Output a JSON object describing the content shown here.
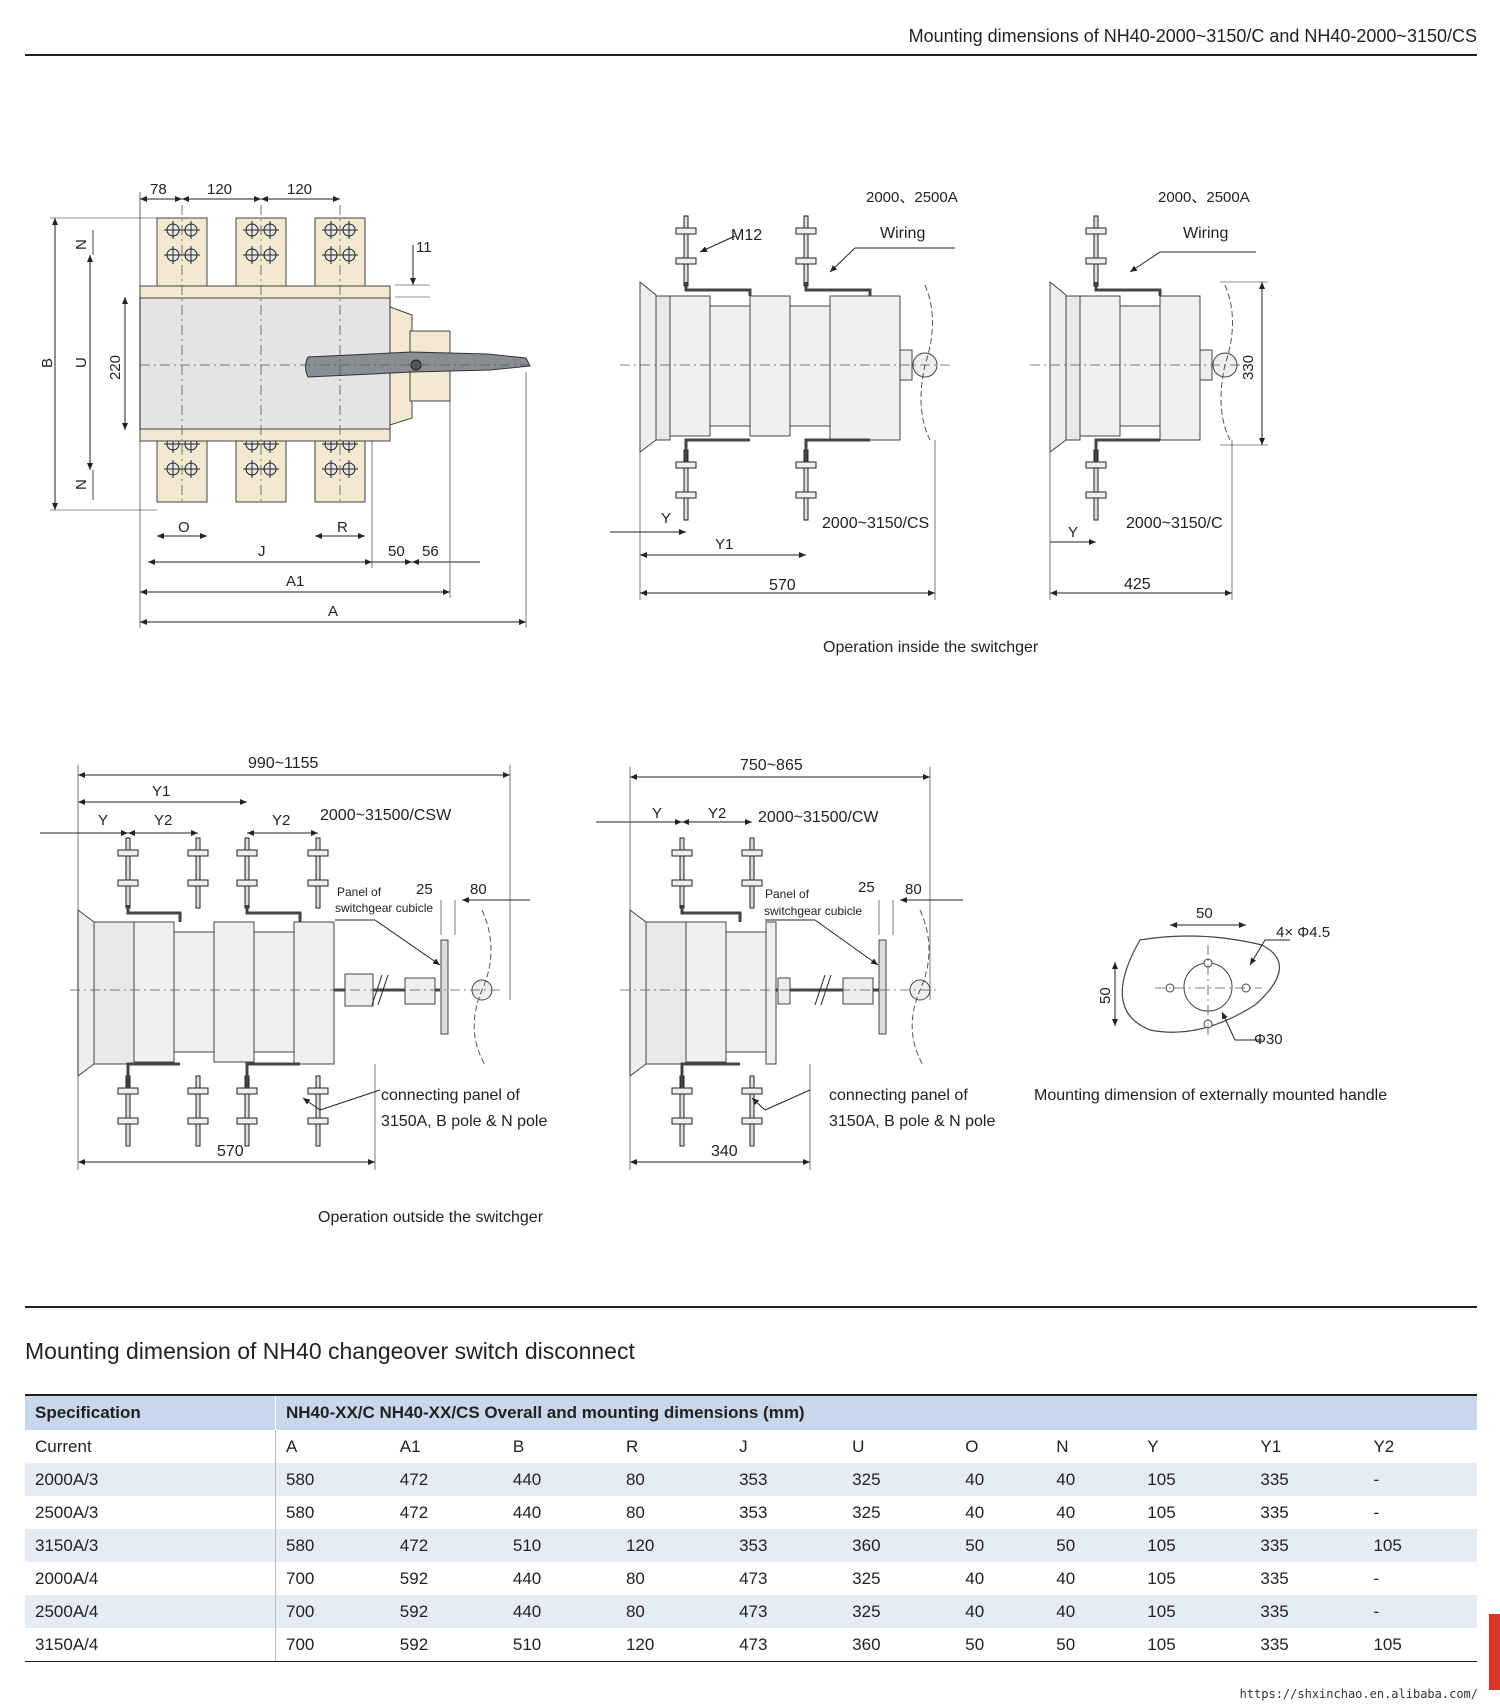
{
  "header": {
    "title": "Mounting dimensions of NH40-2000~3150/C and NH40-2000~3150/CS"
  },
  "fig1": {
    "top_dims": [
      "78",
      "120",
      "120"
    ],
    "right_dim": "11",
    "left_labels": {
      "b": "B",
      "u": "U",
      "n_top": "N",
      "n_bottom": "N",
      "h220": "220"
    },
    "bottom_labels": {
      "o": "O",
      "r": "R",
      "j": "J",
      "d50": "50",
      "d56": "56",
      "a1": "A1",
      "a": "A"
    }
  },
  "fig2": {
    "rating": "2000、2500A",
    "wiring": "Wiring",
    "bolt": "M12",
    "model": "2000~3150/CS",
    "y": "Y",
    "y1": "Y1",
    "width": "570"
  },
  "fig3": {
    "rating": "2000、2500A",
    "wiring": "Wiring",
    "height": "330",
    "model": "2000~3150/C",
    "y": "Y",
    "width": "425"
  },
  "caption_inside": "Operation inside the switchger",
  "fig4": {
    "overall": "990~1155",
    "y1": "Y1",
    "y": "Y",
    "y2a": "Y2",
    "y2b": "Y2",
    "model": "2000~31500/CSW",
    "panel_l1": "Panel of",
    "panel_l2": "switchgear cubicle",
    "d25": "25",
    "d80": "80",
    "conn_l1": "connecting panel of",
    "conn_l2": "3150A, B pole & N pole",
    "width": "570"
  },
  "fig5": {
    "overall": "750~865",
    "y": "Y",
    "y2": "Y2",
    "model": "2000~31500/CW",
    "panel_l1": "Panel of",
    "panel_l2": "switchgear cubicle",
    "d25": "25",
    "d80": "80",
    "conn_l1": "connecting panel of",
    "conn_l2": "3150A, B pole & N pole",
    "width": "340"
  },
  "fig6": {
    "d50_h": "50",
    "d50_v": "50",
    "holes": "4× Φ4.5",
    "center": "Φ30",
    "caption": "Mounting dimension of externally mounted handle"
  },
  "caption_outside": "Operation outside the switchger",
  "section_title": "Mounting dimension of NH40 changeover switch disconnect",
  "table": {
    "header_spec": "Specification",
    "header_dims": "NH40-XX/C  NH40-XX/CS Overall and mounting dimensions (mm)",
    "columns": [
      "Current",
      "A",
      "A1",
      "B",
      "R",
      "J",
      "U",
      "O",
      "N",
      "Y",
      "Y1",
      "Y2"
    ],
    "rows": [
      [
        "2000A/3",
        "580",
        "472",
        "440",
        "80",
        "353",
        "325",
        "40",
        "40",
        "105",
        "335",
        "-"
      ],
      [
        "2500A/3",
        "580",
        "472",
        "440",
        "80",
        "353",
        "325",
        "40",
        "40",
        "105",
        "335",
        "-"
      ],
      [
        "3150A/3",
        "580",
        "472",
        "510",
        "120",
        "353",
        "360",
        "50",
        "50",
        "105",
        "335",
        "105"
      ],
      [
        "2000A/4",
        "700",
        "592",
        "440",
        "80",
        "473",
        "325",
        "40",
        "40",
        "105",
        "335",
        "-"
      ],
      [
        "2500A/4",
        "700",
        "592",
        "440",
        "80",
        "473",
        "325",
        "40",
        "40",
        "105",
        "335",
        "-"
      ],
      [
        "3150A/4",
        "700",
        "592",
        "510",
        "120",
        "473",
        "360",
        "50",
        "50",
        "105",
        "335",
        "105"
      ]
    ]
  },
  "footer_url": "https://shxinchao.en.alibaba.com/"
}
